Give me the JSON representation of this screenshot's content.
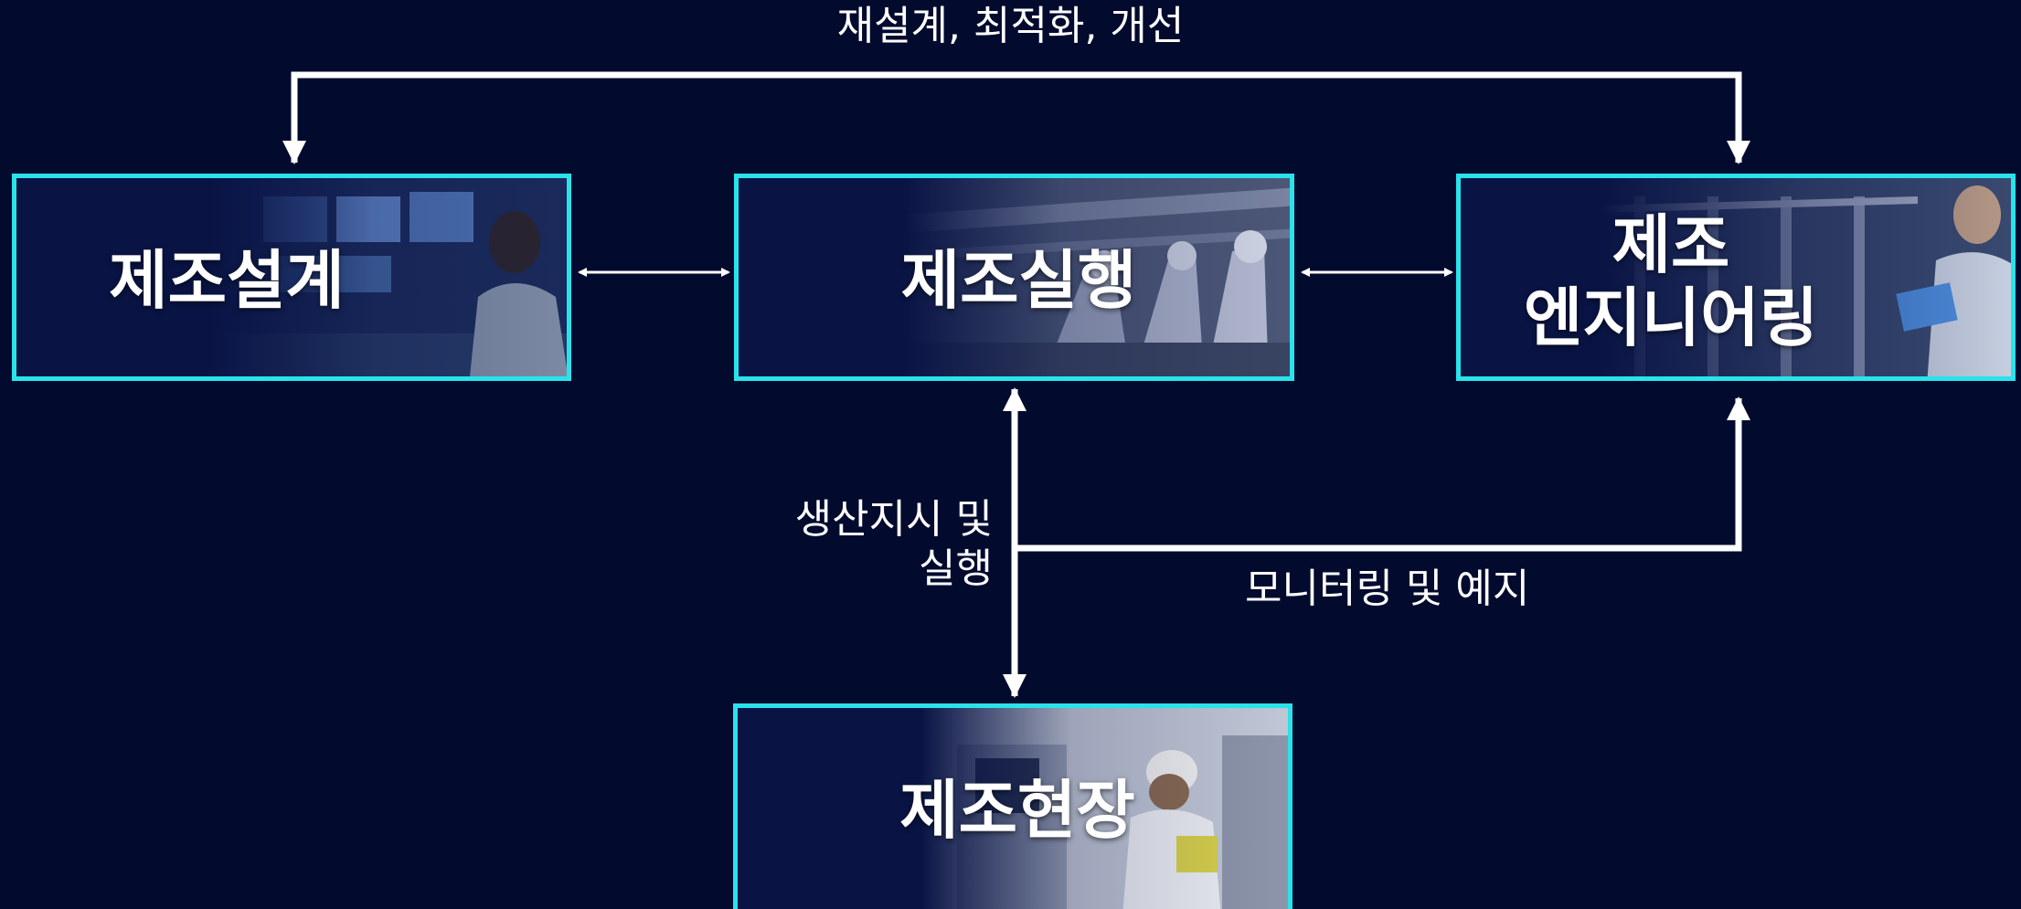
{
  "nodes": {
    "design": {
      "label": "제조설계"
    },
    "execution": {
      "label": "제조실행"
    },
    "engineering": {
      "line1": "제조",
      "line2": "엔지니어링"
    },
    "shopfloor": {
      "label": "제조현장"
    }
  },
  "edges": {
    "feedback_loop": "재설계, 최적화, 개선",
    "production_order_line1": "생산지시 및",
    "production_order_line2": "실행",
    "monitoring": "모니터링 및 예지"
  },
  "colors": {
    "background": "#020a2e",
    "box_border": "#29e3ea",
    "arrow": "#ffffff",
    "text": "#ffffff"
  }
}
